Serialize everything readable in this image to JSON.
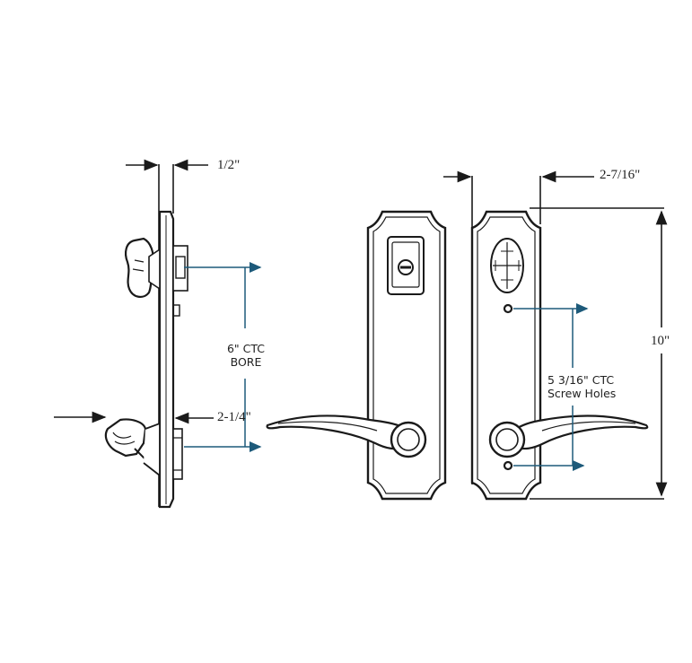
{
  "dimensions": {
    "thickness": "1/2\"",
    "bore_ctc_line1": "6\" CTC",
    "bore_ctc_line2": "BORE",
    "backset": "2-1/4\"",
    "plate_width": "2-7/16\"",
    "plate_height": "10\"",
    "screw_ctc_line1": "5 3/16\" CTC",
    "screw_ctc_line2": "Screw Holes"
  },
  "colors": {
    "outline": "#1a1a1a",
    "dimension_arrow": "#1d5a7a",
    "background": "#ffffff"
  }
}
